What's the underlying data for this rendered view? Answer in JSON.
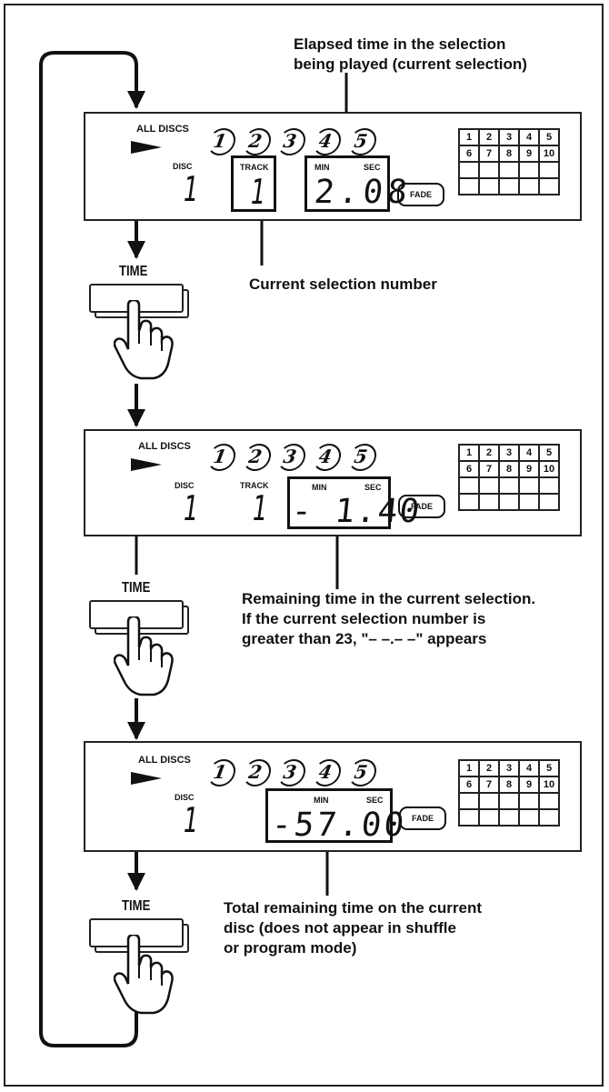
{
  "captions": {
    "elapsed": [
      "Elapsed time in the selection",
      "being played (current selection)"
    ],
    "current_selection": "Current selection number",
    "remaining": [
      "Remaining time in the current selection.",
      "If the current selection number is",
      "greater than 23, \"– –.– –\" appears"
    ],
    "total_remaining": [
      "Total remaining time on the current",
      "disc (does not appear in shuffle",
      "or program mode)"
    ]
  },
  "button": {
    "label": "TIME"
  },
  "display": {
    "all_discs_label": "ALL DISCS",
    "disc_label": "DISC",
    "track_label": "TRACK",
    "min_label": "MIN",
    "sec_label": "SEC",
    "fade_label": "FADE",
    "disc_numbers": [
      "1",
      "2",
      "3",
      "4",
      "5"
    ],
    "track_grid": [
      [
        "1",
        "2",
        "3",
        "4",
        "5"
      ],
      [
        "6",
        "7",
        "8",
        "9",
        "10"
      ],
      [
        "",
        "",
        "",
        "",
        ""
      ],
      [
        "",
        "",
        "",
        "",
        ""
      ]
    ]
  },
  "states": [
    {
      "disc": "1",
      "track": "1",
      "time": "2.08"
    },
    {
      "disc": "1",
      "track": "1",
      "time": "- 1.40"
    },
    {
      "disc": "1",
      "time": "-57.00"
    }
  ]
}
